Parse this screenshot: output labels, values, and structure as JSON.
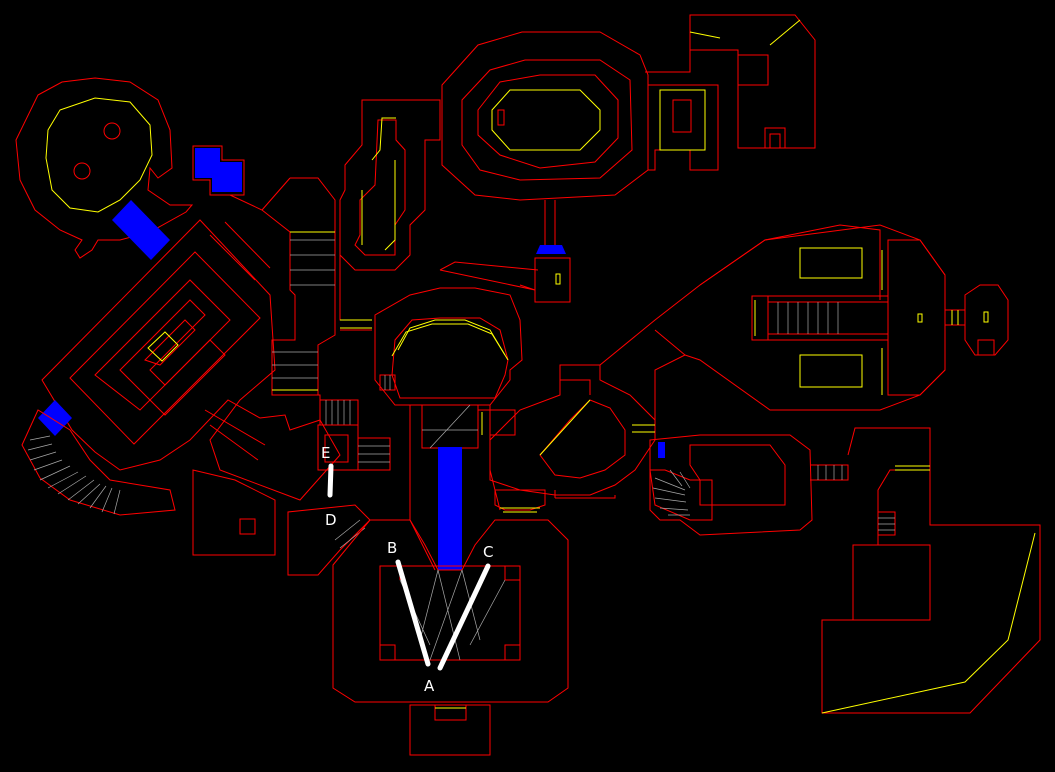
{
  "map": {
    "background": "#000000",
    "wall_color": "#ff0000",
    "step_color": "#ffff00",
    "detail_color": "#a8a8a8",
    "liquid_color": "#0000ff",
    "route_color": "#ffffff",
    "labels": {
      "A": "A",
      "B": "B",
      "C": "C",
      "D": "D",
      "E": "E"
    },
    "routes": [
      {
        "from": "A",
        "to": "B"
      },
      {
        "from": "A",
        "to": "C"
      },
      {
        "from": "E",
        "to": "D"
      }
    ]
  }
}
